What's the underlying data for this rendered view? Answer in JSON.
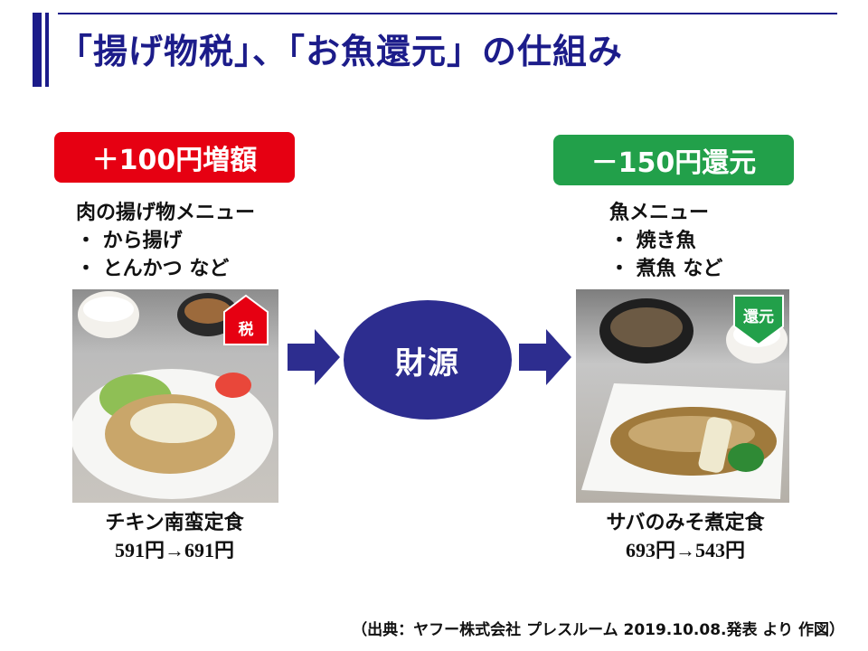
{
  "title": "「揚げ物税」、「お魚還元」の仕組み",
  "left": {
    "badge": "＋100円増額",
    "menu_heading": "肉の揚げ物メニュー",
    "items": [
      "・ から揚げ",
      "・ とんかつ など"
    ],
    "sticker": "税",
    "dish_name": "チキン南蛮定食",
    "price": "591円→691円"
  },
  "center": {
    "label": "財源"
  },
  "right": {
    "badge": "－150円還元",
    "menu_heading": "魚メニュー",
    "items": [
      "・ 焼き魚",
      "・ 煮魚 など"
    ],
    "sticker": "還元",
    "dish_name": "サバのみそ煮定食",
    "price": "693円→543円"
  },
  "source": "（出典：ヤフー株式会社 プレスルーム 2019.10.08.発表 より 作図）",
  "colors": {
    "accent": "#1c1c8a",
    "red": "#e60012",
    "green": "#22a04a",
    "navy": "#2d2d8f"
  }
}
